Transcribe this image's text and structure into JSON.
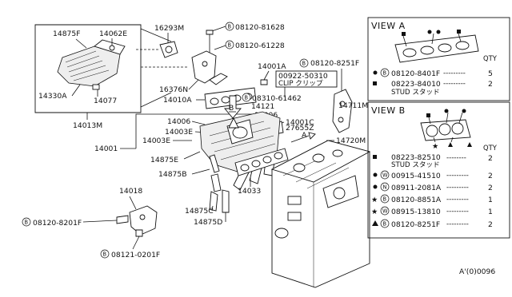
{
  "callouts": {
    "c14875F": "14875F",
    "c14062E": "14062E",
    "c14330A": "14330A",
    "c14077": "14077",
    "c14013M": "14013M",
    "c16293M": "16293M",
    "c08120_81628": "08120-81628",
    "c08120_61228": "08120-61228",
    "c14001A": "14001A",
    "c16376N": "16376N",
    "c14010A": "14010A",
    "c08120_8251F": "08120-8251F",
    "c00922_50310": "00922-50310",
    "c_clip": "CLIP クリップ",
    "c08310_61462": "08310-61462",
    "c14121": "14121",
    "c14711M": "14711M",
    "c14006a": "14006",
    "c14006b": "14006",
    "c14003E_a": "14003E",
    "c14003E_b": "14003E",
    "c14001C": "14001C",
    "c27655Z": "27655Z",
    "c14720M": "14720M",
    "c14001": "14001",
    "c14875E": "14875E",
    "c14875B": "14875B",
    "c14033": "14033",
    "c14018": "14018",
    "c08120_8201F": "08120-8201F",
    "c14875C": "14875C",
    "c14875D": "14875D",
    "c08121_0201F": "08121-0201F",
    "viewA_arrow": "A",
    "viewB_arrow": "B"
  },
  "symbols": {
    "B": "B",
    "W": "W",
    "N": "N"
  },
  "viewA": {
    "title": "VIEW A",
    "qty_header": "QTY",
    "rows": [
      {
        "part": "08120-8401F",
        "dots": "---------",
        "qty": "5"
      },
      {
        "part": "08223-84010",
        "note": "STUD スタッド",
        "dots": "---------",
        "qty": "2"
      }
    ]
  },
  "viewB": {
    "title": "VIEW B",
    "qty_header": "QTY",
    "rows": [
      {
        "part": "08223-82510",
        "note": "STUD スタッド",
        "dots": "--------",
        "qty": "2"
      },
      {
        "part": "00915-41510",
        "dots": "---------",
        "qty": "2"
      },
      {
        "part": "08911-2081A",
        "dots": "---------",
        "qty": "2"
      },
      {
        "part": "08120-8851A",
        "dots": "---------",
        "qty": "1"
      },
      {
        "part": "08915-13810",
        "dots": "---------",
        "qty": "1"
      },
      {
        "part": "08120-8251F",
        "dots": "---------",
        "qty": "2"
      }
    ]
  },
  "footer": {
    "ref": "A'(0)0096"
  }
}
